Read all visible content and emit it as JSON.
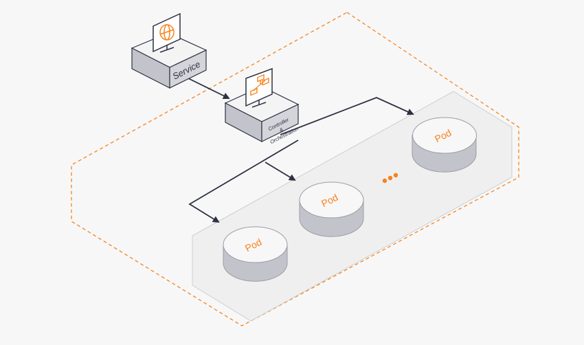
{
  "nodes": {
    "service": {
      "label": "Service",
      "icon": "globe-icon"
    },
    "controller": {
      "label_lines": [
        "Controller",
        "&",
        "Orchestration"
      ],
      "icon": "hierarchy-icon"
    },
    "pods": [
      {
        "label": "Pod"
      },
      {
        "label": "Pod"
      },
      {
        "label": "Pod"
      }
    ]
  },
  "colors": {
    "accent": "#f7821b",
    "line": "#2d3142",
    "box_side": "#c3c3cb",
    "box_top": "#f4f4f4",
    "platform": "#efefef"
  }
}
